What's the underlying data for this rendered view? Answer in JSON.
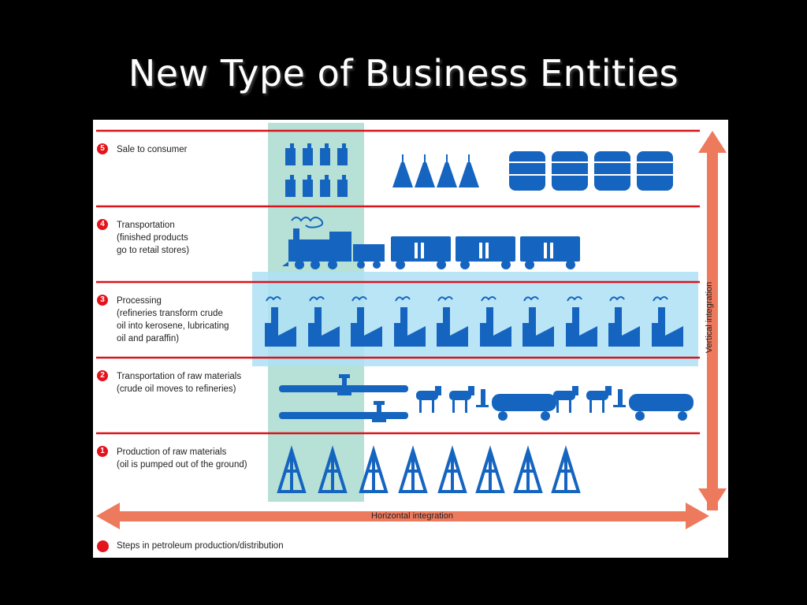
{
  "title": "New Type of Business Entities",
  "steps": [
    {
      "num": "5",
      "label": "Sale to consumer"
    },
    {
      "num": "4",
      "label": "Transportation\n(finished products\ngo to retail stores)"
    },
    {
      "num": "3",
      "label": "Processing\n(refineries transform crude\noil into kerosene, lubricating\noil and paraffin)"
    },
    {
      "num": "2",
      "label": "Transportation of raw materials\n(crude oil moves to refineries)"
    },
    {
      "num": "1",
      "label": "Production of raw materials\n(oil is pumped out of the ground)"
    }
  ],
  "horizontal_label": "Horizontal integration",
  "vertical_label": "Vertical integration",
  "legend_label": "Steps in petroleum production/distribution",
  "colors": {
    "icon": "#1565c0",
    "red_line": "#d8141c",
    "arrow": "#ee7a5d",
    "band_green": "#b7e1d6",
    "band_blue": "#aee0f4"
  }
}
